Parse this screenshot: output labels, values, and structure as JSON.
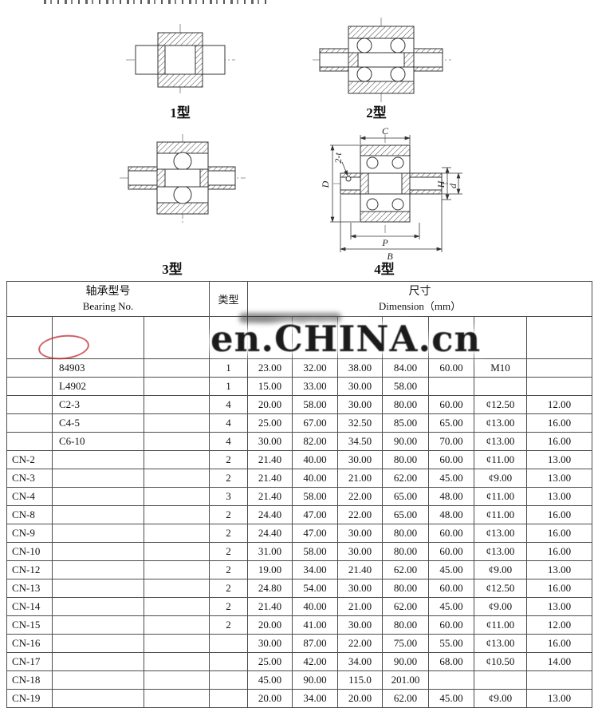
{
  "figures": {
    "labels": {
      "t1": "1型",
      "t2": "2型",
      "t3": "3型",
      "t4": "4型"
    },
    "dims": {
      "C": "C",
      "two_t": "2-t",
      "D": "D",
      "H": "H",
      "d": "d",
      "P": "P",
      "B": "B"
    }
  },
  "watermark": {
    "text": "en.CHINA.cn",
    "stamp_color": "#be2a30"
  },
  "table": {
    "header": {
      "bearing_no_zh": "轴承型号",
      "bearing_no_en": "Bearing No.",
      "type_label": "类型",
      "dim_zh": "尺寸",
      "dim_en": "Dimension（mm）"
    },
    "rows": [
      {
        "a": "",
        "b": "84903",
        "t": "1",
        "v": [
          "23.00",
          "32.00",
          "38.00",
          "84.00",
          "60.00",
          "M10",
          ""
        ]
      },
      {
        "a": "",
        "b": "L4902",
        "t": "1",
        "v": [
          "15.00",
          "33.00",
          "30.00",
          "58.00",
          "",
          "",
          ""
        ]
      },
      {
        "a": "",
        "b": "C2-3",
        "t": "4",
        "v": [
          "20.00",
          "58.00",
          "30.00",
          "80.00",
          "60.00",
          "¢12.50",
          "12.00"
        ]
      },
      {
        "a": "",
        "b": "C4-5",
        "t": "4",
        "v": [
          "25.00",
          "67.00",
          "32.50",
          "85.00",
          "65.00",
          "¢13.00",
          "16.00"
        ]
      },
      {
        "a": "",
        "b": "C6-10",
        "t": "4",
        "v": [
          "30.00",
          "82.00",
          "34.50",
          "90.00",
          "70.00",
          "¢13.00",
          "16.00"
        ]
      },
      {
        "a": "CN-2",
        "b": "",
        "t": "2",
        "v": [
          "21.40",
          "40.00",
          "30.00",
          "80.00",
          "60.00",
          "¢11.00",
          "13.00"
        ]
      },
      {
        "a": "CN-3",
        "b": "",
        "t": "2",
        "v": [
          "21.40",
          "40.00",
          "21.00",
          "62.00",
          "45.00",
          "¢9.00",
          "13.00"
        ]
      },
      {
        "a": "CN-4",
        "b": "",
        "t": "3",
        "v": [
          "21.40",
          "58.00",
          "22.00",
          "65.00",
          "48.00",
          "¢11.00",
          "13.00"
        ]
      },
      {
        "a": "CN-8",
        "b": "",
        "t": "2",
        "v": [
          "24.40",
          "47.00",
          "22.00",
          "65.00",
          "48.00",
          "¢11.00",
          "16.00"
        ]
      },
      {
        "a": "CN-9",
        "b": "",
        "t": "2",
        "v": [
          "24.40",
          "47.00",
          "30.00",
          "80.00",
          "60.00",
          "¢13.00",
          "16.00"
        ]
      },
      {
        "a": "CN-10",
        "b": "",
        "t": "2",
        "v": [
          "31.00",
          "58.00",
          "30.00",
          "80.00",
          "60.00",
          "¢13.00",
          "16.00"
        ]
      },
      {
        "a": "CN-12",
        "b": "",
        "t": "2",
        "v": [
          "19.00",
          "34.00",
          "21.40",
          "62.00",
          "45.00",
          "¢9.00",
          "13.00"
        ]
      },
      {
        "a": "CN-13",
        "b": "",
        "t": "2",
        "v": [
          "24.80",
          "54.00",
          "30.00",
          "80.00",
          "60.00",
          "¢12.50",
          "16.00"
        ]
      },
      {
        "a": "CN-14",
        "b": "",
        "t": "2",
        "v": [
          "21.40",
          "40.00",
          "21.00",
          "62.00",
          "45.00",
          "¢9.00",
          "13.00"
        ]
      },
      {
        "a": "CN-15",
        "b": "",
        "t": "2",
        "v": [
          "20.00",
          "41.00",
          "30.00",
          "80.00",
          "60.00",
          "¢11.00",
          "12.00"
        ]
      },
      {
        "a": "CN-16",
        "b": "",
        "t": "",
        "v": [
          "30.00",
          "87.00",
          "22.00",
          "75.00",
          "55.00",
          "¢13.00",
          "16.00"
        ]
      },
      {
        "a": "CN-17",
        "b": "",
        "t": "",
        "v": [
          "25.00",
          "42.00",
          "34.00",
          "90.00",
          "68.00",
          "¢10.50",
          "14.00"
        ]
      },
      {
        "a": "CN-18",
        "b": "",
        "t": "",
        "v": [
          "45.00",
          "90.00",
          "115.0",
          "201.00",
          "",
          "",
          ""
        ]
      },
      {
        "a": "CN-19",
        "b": "",
        "t": "",
        "v": [
          "20.00",
          "34.00",
          "20.00",
          "62.00",
          "45.00",
          "¢9.00",
          "13.00"
        ]
      }
    ]
  }
}
